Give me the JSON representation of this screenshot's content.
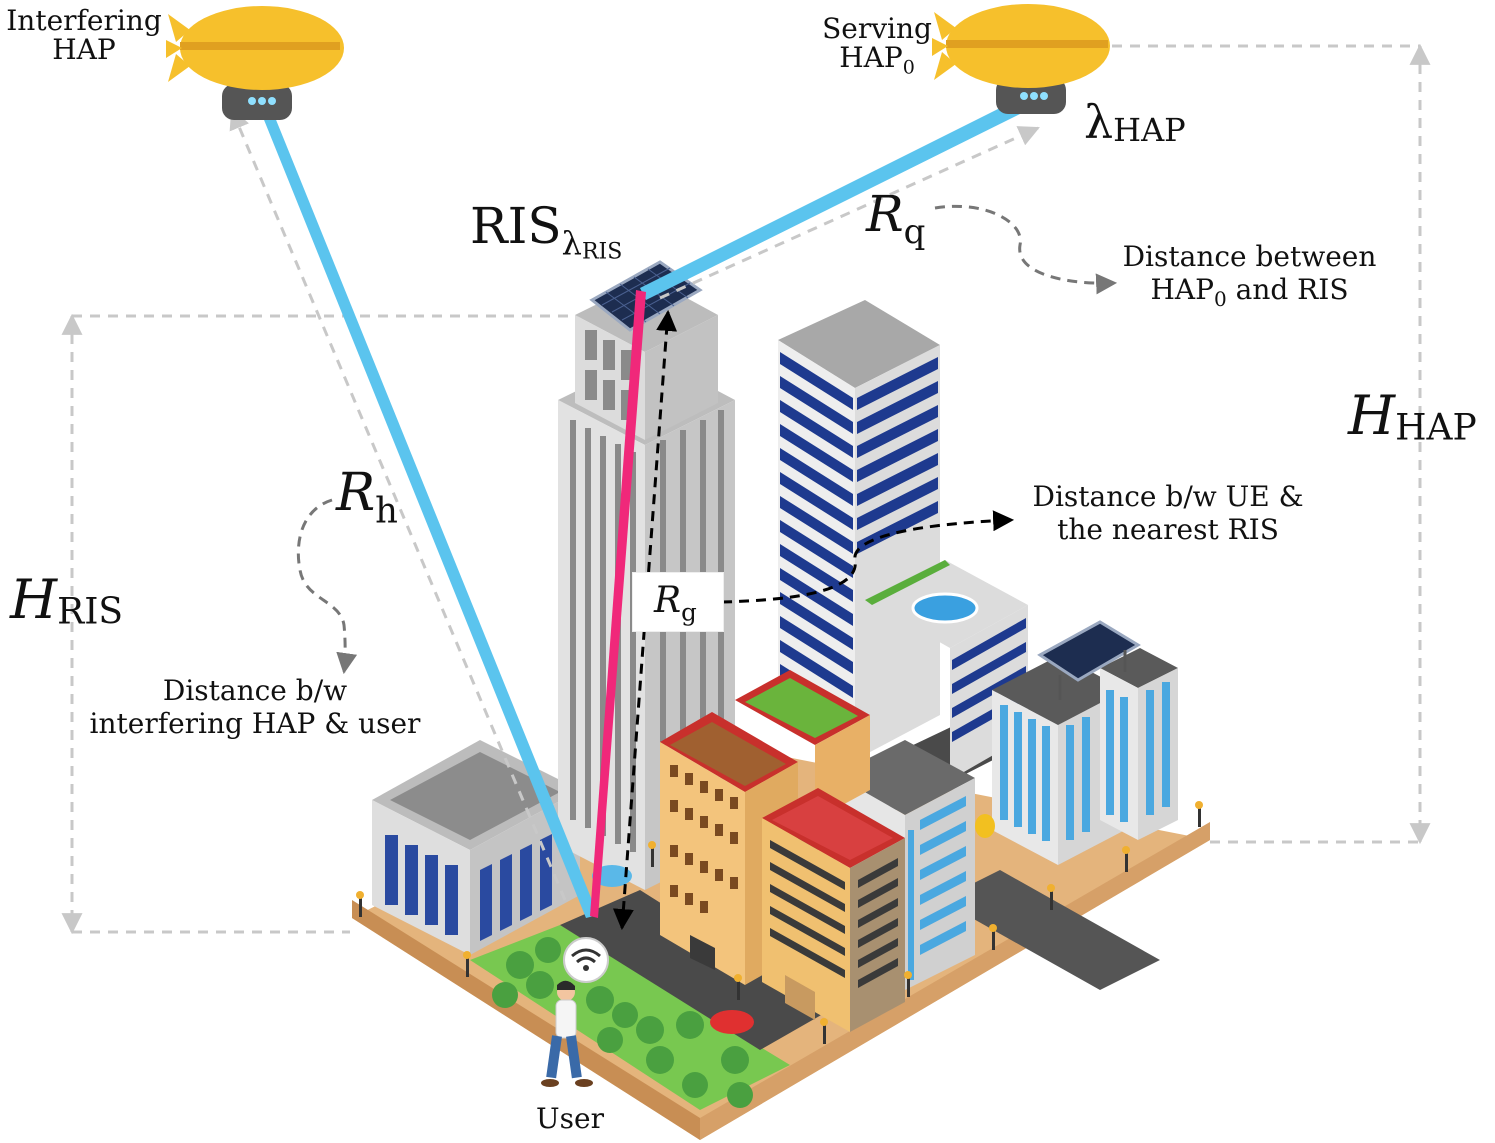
{
  "labels": {
    "interfering_hap": "Interfering\nHAP",
    "serving_hap_prefix": "Serving\nHAP",
    "serving_hap_sub": "0",
    "lambda_hap_main": "λ",
    "lambda_hap_sub": "HAP",
    "ris_main": "RIS",
    "ris_sub_lambda": "λ",
    "ris_sub_ris": "RIS",
    "rq_main": "R",
    "rq_sub": "q",
    "rq_desc_line1": "Distance between",
    "rq_desc_line2_prefix": "HAP",
    "rq_desc_line2_sub": "0",
    "rq_desc_line2_suffix": " and RIS",
    "h_hap_main": "H",
    "h_hap_sub": "HAP",
    "rh_main": "R",
    "rh_sub": "h",
    "rh_desc_line1": "Distance b/w",
    "rh_desc_line2": "interfering HAP & user",
    "h_ris_main": "H",
    "h_ris_sub": "RIS",
    "rg_main": "R",
    "rg_sub": "g",
    "rg_desc_line1": "Distance b/w UE &",
    "rg_desc_line2": "the nearest RIS",
    "user": "User"
  },
  "colors": {
    "hap_link": "#5bc4ee",
    "ris_user_link": "#f0287a",
    "dashed_guide": "#c8c8c8",
    "arrow_black": "#000000",
    "arrow_gray": "#777777",
    "blimp_body": "#f6c02c",
    "blimp_stripe": "#e0a020",
    "building_blue": "#1e3a8f",
    "building_lightblue": "#4aa8e0",
    "building_brick": "#f0c070",
    "roof_red": "#c8302c",
    "roof_green": "#6ab43c",
    "ground_wood": "#e0b078",
    "road": "#4a4a4a",
    "grass": "#78c850"
  },
  "icons": [
    "blimp-icon",
    "ris-panel-icon",
    "wifi-icon",
    "user-icon",
    "car-icon",
    "tree-icon",
    "streetlamp-icon"
  ]
}
